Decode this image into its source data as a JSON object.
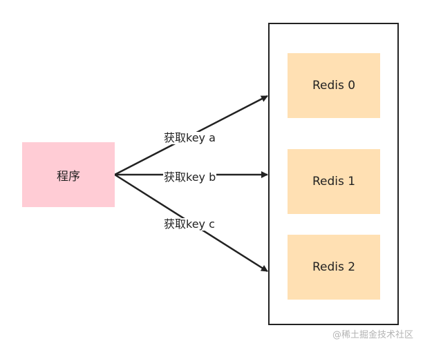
{
  "diagram": {
    "source_node": {
      "label": "程序",
      "color": "#ffccd5"
    },
    "redis_nodes": [
      {
        "label": "Redis 0",
        "color": "#ffe0b3"
      },
      {
        "label": "Redis 1",
        "color": "#ffe0b3"
      },
      {
        "label": "Redis 2",
        "color": "#ffe0b3"
      }
    ],
    "edges": [
      {
        "from": "程序",
        "to": "Redis 0",
        "label": "获取key a"
      },
      {
        "from": "程序",
        "to": "Redis 1",
        "label": "获取key b"
      },
      {
        "from": "程序",
        "to": "Redis 2",
        "label": "获取key c"
      }
    ],
    "line_color": "#222222"
  },
  "watermark": "@稀土掘金技术社区"
}
